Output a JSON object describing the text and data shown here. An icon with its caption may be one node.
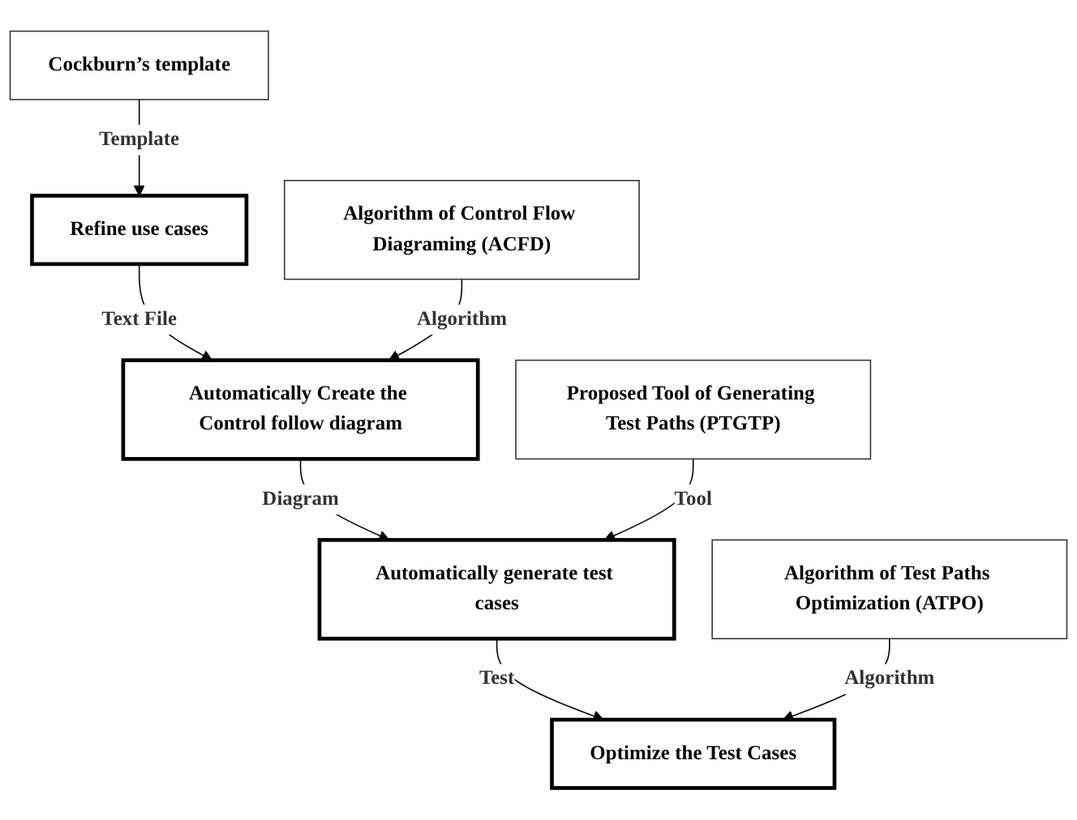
{
  "diagram": {
    "nodes": [
      {
        "text": [
          "Cockburn’s template"
        ]
      },
      {
        "text": [
          "Refine use cases"
        ]
      },
      {
        "text": [
          "Algorithm of Control Flow Diagraming (ACFD)"
        ]
      },
      {
        "text": [
          "Automatically Create the Control follow diagram"
        ]
      },
      {
        "text": [
          "Proposed Tool of Generating Test Paths (PTGTP)"
        ]
      },
      {
        "text": [
          "Automatically generate test cases"
        ]
      },
      {
        "text": [
          "Algorithm of Test Paths Optimization (ATPO)"
        ]
      },
      {
        "text": [
          "Optimize the Test Cases"
        ]
      }
    ],
    "edges": [
      {
        "from": 0,
        "to": 1,
        "arrow": "to",
        "label": "Template"
      },
      {
        "from": 1,
        "to": 3,
        "arrow": "to",
        "label": "Text File"
      },
      {
        "from": 2,
        "to": 3,
        "arrow": "to",
        "label": "Algorithm"
      },
      {
        "from": 3,
        "to": 5,
        "arrow": "to",
        "label": "Diagram"
      },
      {
        "from": 4,
        "to": 5,
        "arrow": "to",
        "label": "Tool"
      },
      {
        "from": 5,
        "to": 7,
        "arrow": "to",
        "label": "Test"
      },
      {
        "from": 6,
        "to": 7,
        "arrow": "to",
        "label": "Algorithm"
      }
    ]
  }
}
